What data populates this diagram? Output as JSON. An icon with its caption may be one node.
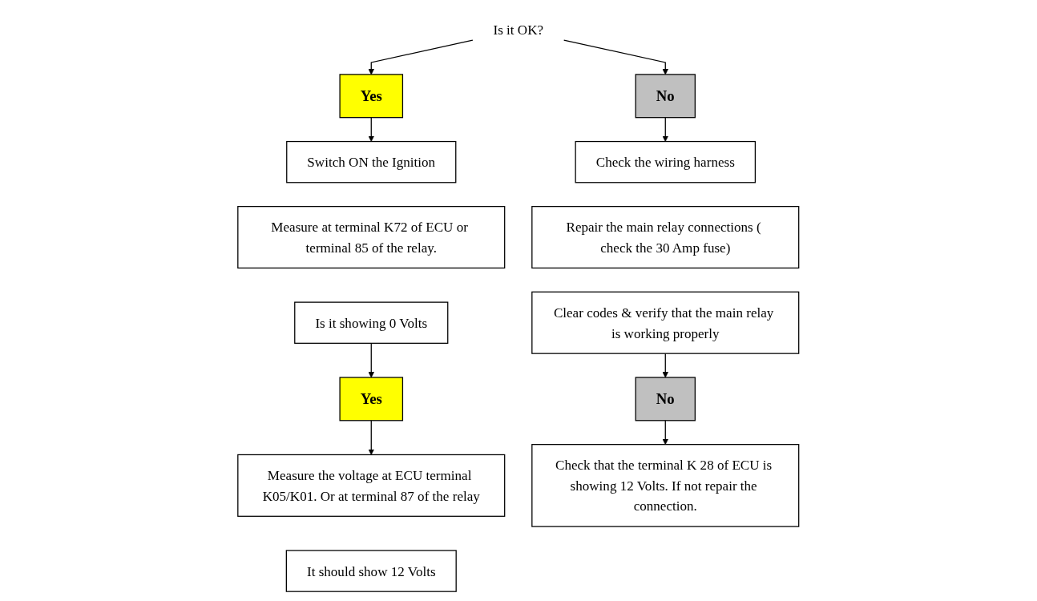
{
  "diagram": {
    "nodes": [
      {
        "text": [
          "Is it OK?"
        ]
      },
      {
        "text": [
          "Yes"
        ]
      },
      {
        "text": [
          "No"
        ]
      },
      {
        "text": [
          "Switch ON the Ignition"
        ]
      },
      {
        "text": [
          "Check the wiring harness"
        ]
      },
      {
        "text": [
          "Measure at terminal K72 of ECU or terminal 85 of the relay."
        ]
      },
      {
        "text": [
          "Repair the main relay connections ( check the 30 Amp fuse)"
        ]
      },
      {
        "text": [
          "Is it showing 0 Volts"
        ]
      },
      {
        "text": [
          "Clear codes & verify that the main relay is working properly"
        ]
      },
      {
        "text": [
          "Yes"
        ]
      },
      {
        "text": [
          "No"
        ]
      },
      {
        "text": [
          "Measure the voltage at ECU terminal K05/K01. Or at terminal 87 of the relay"
        ]
      },
      {
        "text": [
          "Check that the terminal K 28 of ECU is showing 12 Volts. If not repair the connection."
        ]
      },
      {
        "text": [
          "It should show 12 Volts"
        ]
      }
    ],
    "edges": [
      {
        "from": 0,
        "to": 1,
        "arrow": "to"
      },
      {
        "from": 0,
        "to": 2,
        "arrow": "to"
      },
      {
        "from": 1,
        "to": 3,
        "arrow": "to"
      },
      {
        "from": 2,
        "to": 4,
        "arrow": "to"
      },
      {
        "from": 7,
        "to": 9,
        "arrow": "to"
      },
      {
        "from": 8,
        "to": 10,
        "arrow": "to"
      },
      {
        "from": 9,
        "to": 11,
        "arrow": "to"
      },
      {
        "from": 10,
        "to": 12,
        "arrow": "to"
      }
    ]
  }
}
